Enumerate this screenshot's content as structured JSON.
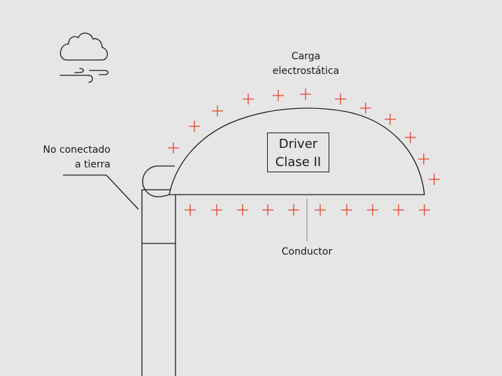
{
  "labels": {
    "charge": [
      "Carga",
      "electrostática"
    ],
    "not_grounded": [
      "No conectado",
      "a tierra"
    ],
    "conductor": "Conductor",
    "driver": [
      "Driver",
      "Clase II"
    ]
  },
  "colors": {
    "charge": "#e8402a",
    "line": "#1a1a1a",
    "background": "#e6e6e6"
  },
  "icons": {
    "weather": "cloud-wind-icon",
    "charge": "plus-icon"
  }
}
